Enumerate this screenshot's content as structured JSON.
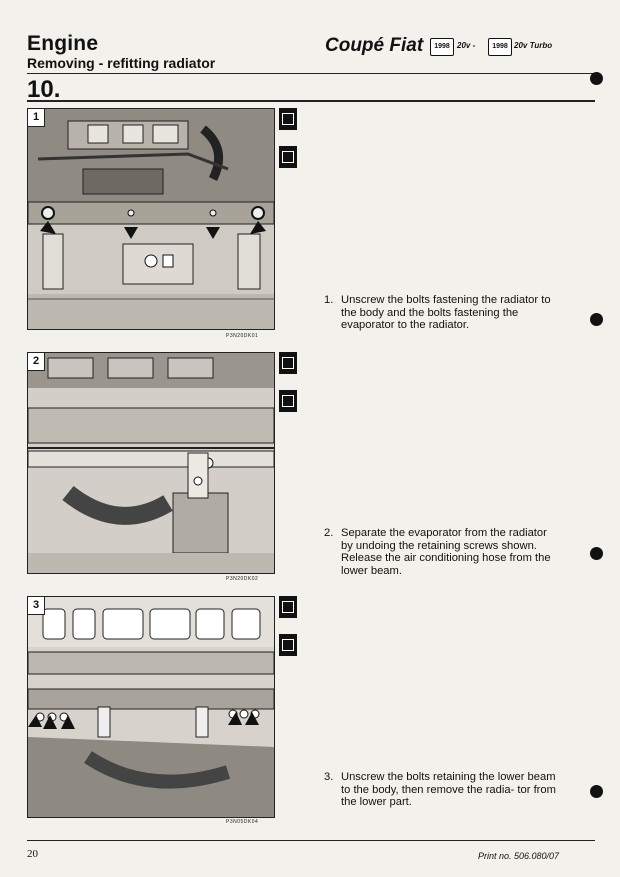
{
  "header": {
    "section": "Engine",
    "subtitle": "Removing - refitting radiator",
    "operation_number": "10.",
    "brand": "Coupé Fiat",
    "badge_left": "1998",
    "variant_left": "20v -",
    "badge_right": "1998",
    "variant_right": "20v Turbo"
  },
  "figures": [
    {
      "number": "1",
      "code": "P3N20DK01"
    },
    {
      "number": "2",
      "code": "P3N20DK02"
    },
    {
      "number": "3",
      "code": "P3N05DK04"
    }
  ],
  "icons": {
    "action_icon": "removal-refit-icon",
    "binder_hole": "binder-hole-icon"
  },
  "steps": [
    {
      "number": "1.",
      "text": "Unscrew the bolts fastening the radiator to the body and the bolts fastening the evaporator to the radiator."
    },
    {
      "number": "2.",
      "text": "Separate the evaporator from the radiator by undoing the retaining screws shown. Release the air conditioning hose from the lower beam."
    },
    {
      "number": "3.",
      "text": "Unscrew the bolts retaining the lower beam to the body, then remove the radia- tor from the lower part."
    }
  ],
  "footer": {
    "page_number": "20",
    "print_number": "Print no. 506.080/07"
  }
}
